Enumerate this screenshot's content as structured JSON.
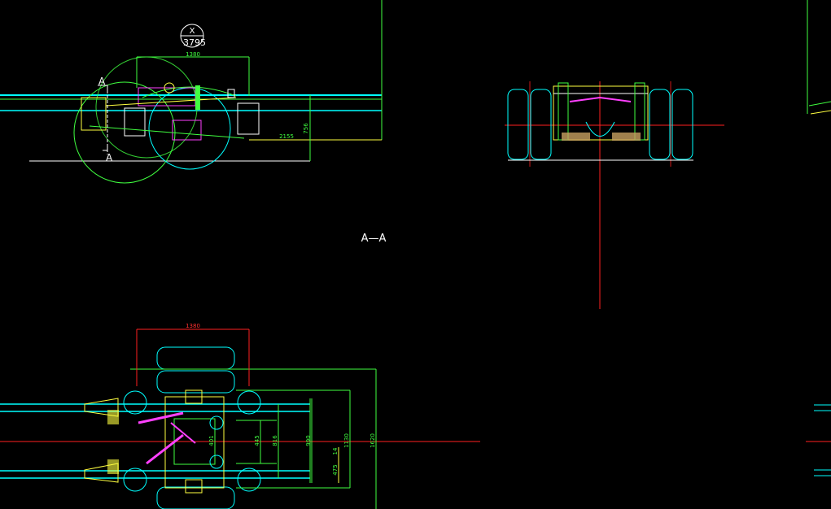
{
  "balloon": {
    "top": "X",
    "bottom": "3795"
  },
  "section_labels": {
    "upper": "A",
    "lower": "A",
    "view_title": "A—A"
  },
  "dims": {
    "side_width": "1380",
    "side_length": "2155",
    "side_height": "756",
    "plan_width": "1380",
    "plan_v1": "445",
    "plan_v2": "816",
    "plan_v3": "990",
    "plan_v4": "1130",
    "plan_v5": "1620",
    "plan_v6": "475",
    "plan_v7": "14",
    "plan_v8": "401"
  },
  "colors": {
    "frame": "#00ffff",
    "green": "#40ff40",
    "yellow": "#ffff40",
    "red": "#ff2020",
    "magenta": "#ff40ff",
    "white": "#ffffff",
    "tan": "#c8a060"
  }
}
